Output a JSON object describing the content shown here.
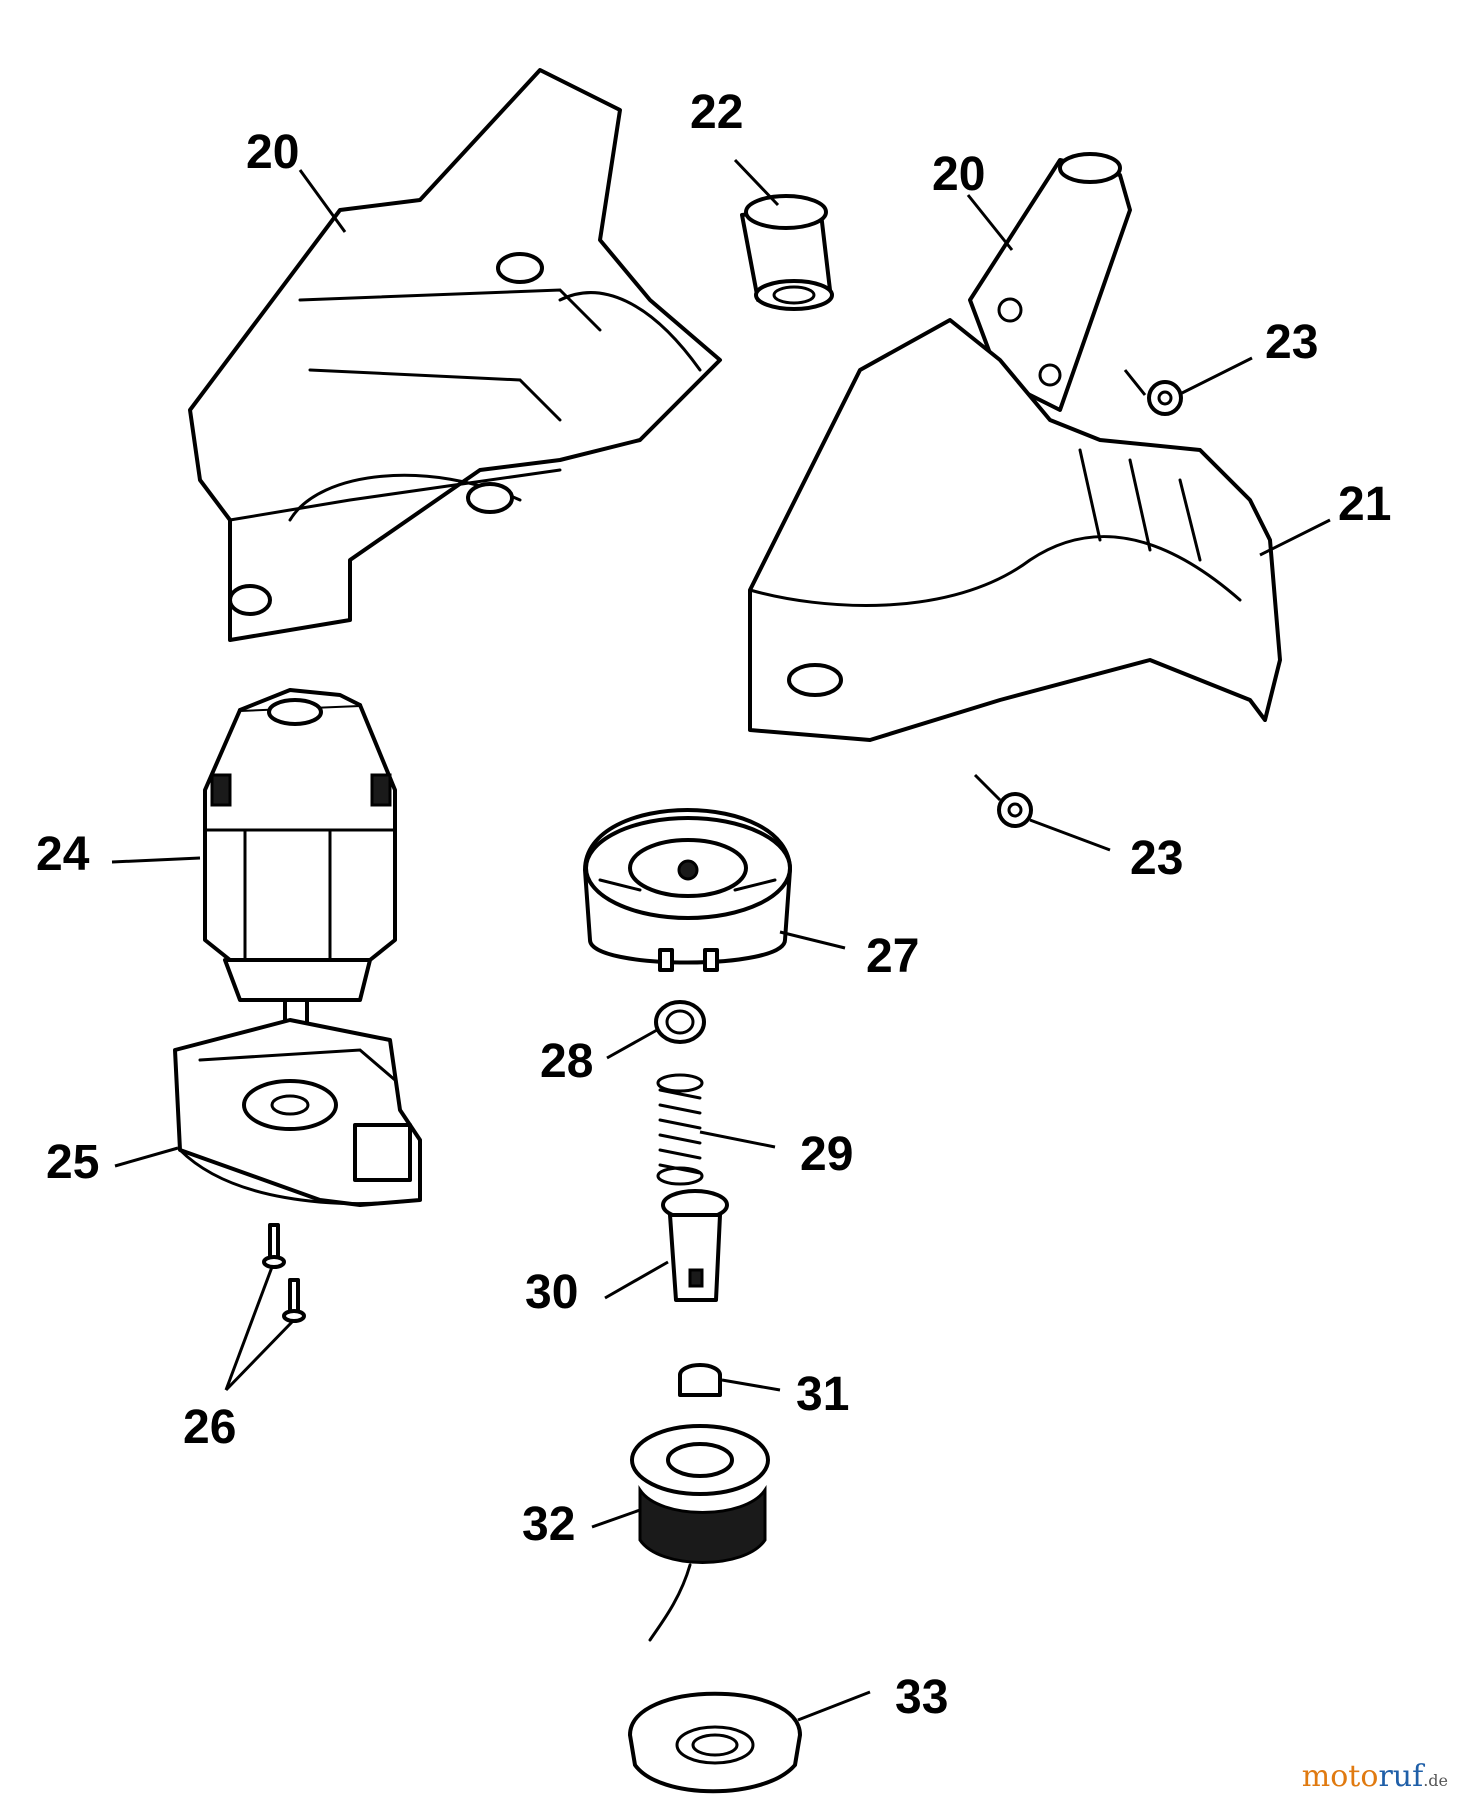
{
  "callouts": [
    {
      "id": "c20a",
      "label": "20"
    },
    {
      "id": "c22",
      "label": "22"
    },
    {
      "id": "c20b",
      "label": "20"
    },
    {
      "id": "c23a",
      "label": "23"
    },
    {
      "id": "c21",
      "label": "21"
    },
    {
      "id": "c24",
      "label": "24"
    },
    {
      "id": "c23b",
      "label": "23"
    },
    {
      "id": "c27",
      "label": "27"
    },
    {
      "id": "c28",
      "label": "28"
    },
    {
      "id": "c29",
      "label": "29"
    },
    {
      "id": "c25",
      "label": "25"
    },
    {
      "id": "c30",
      "label": "30"
    },
    {
      "id": "c31",
      "label": "31"
    },
    {
      "id": "c26",
      "label": "26"
    },
    {
      "id": "c32",
      "label": "32"
    },
    {
      "id": "c33",
      "label": "33"
    }
  ],
  "watermark": {
    "brand_a": "moto",
    "brand_b": "ruf",
    "suffix": ".de"
  },
  "colors": {
    "ink": "#000000",
    "watermark_orange": "#e07a10",
    "watermark_blue": "#1f5fa8"
  }
}
